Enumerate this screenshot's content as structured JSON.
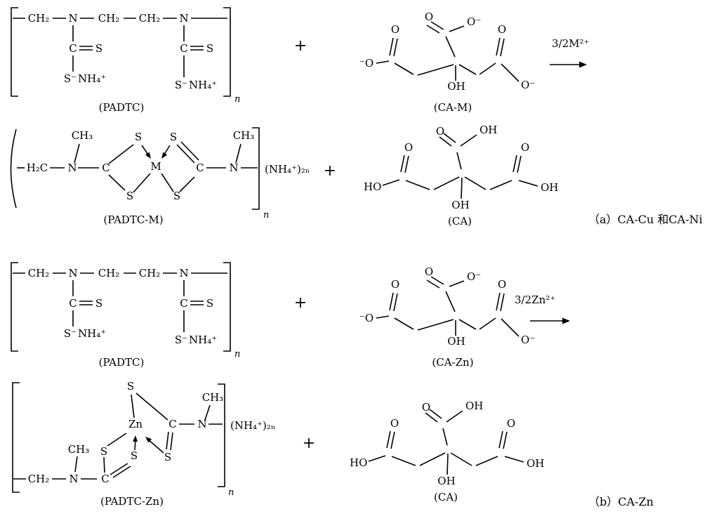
{
  "colors": {
    "ink": "#000000",
    "background": "#ffffff"
  },
  "glyphs": {
    "ch2": "CH₂",
    "ch3": "CH₃",
    "h2c": "H₂C",
    "n": "N",
    "c": "C",
    "s": "S",
    "s_minus": "S⁻",
    "nh4": "NH₄⁺",
    "o": "O",
    "o_minus": "O⁻",
    "minus_o": "⁻O",
    "oh": "OH",
    "ho": "HO",
    "m": "M",
    "zn": "Zn",
    "sub_n": "n",
    "nh4_2n": "(NH₄⁺)₂ₙ",
    "plus": "+"
  },
  "captions": {
    "padtc": "(PADTC)",
    "ca_m": "(CA-M)",
    "padtc_m": "(PADTC-M)",
    "ca": "(CA)",
    "ca_zn": "(CA-Zn)",
    "padtc_zn": "(PADTC-Zn)"
  },
  "annotations": {
    "arrow_m": "3/2M²⁺",
    "arrow_zn": "3/2Zn²⁺",
    "label_a": "（a）CA-Cu 和CA-Ni",
    "label_b": "（b）CA-Zn"
  }
}
